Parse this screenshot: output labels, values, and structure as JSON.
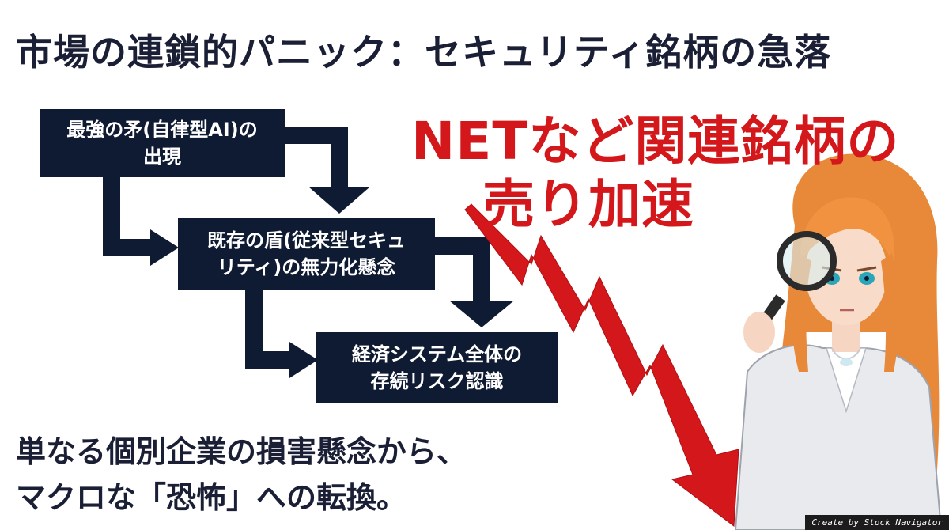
{
  "title": "市場の連鎖的パニック：セキュリティ銘柄の急落",
  "callout": {
    "line1": "NETなど関連銘柄の",
    "line2": "売り加速"
  },
  "flow": {
    "step1": {
      "line1": "最強の矛(自律型AI)の",
      "line2": "出現"
    },
    "step2": {
      "line1": "既存の盾(従来型セキュ",
      "line2": "リティ)の無力化懸念"
    },
    "step3": {
      "line1": "経済システム全体の",
      "line2": "存続リスク認識"
    }
  },
  "bottom": {
    "line1": "単なる個別企業の損害懸念から、",
    "line2": "マクロな「恐怖」への転換。"
  },
  "credit": "Create by Stock Navigator",
  "colors": {
    "navy": "#0f1a33",
    "red": "#d3171a",
    "text": "#1a1f36",
    "hair": "#e8893a"
  },
  "illustration": {
    "subject": "woman-with-magnifying-glass",
    "trend": "red-zigzag-down-arrow"
  }
}
